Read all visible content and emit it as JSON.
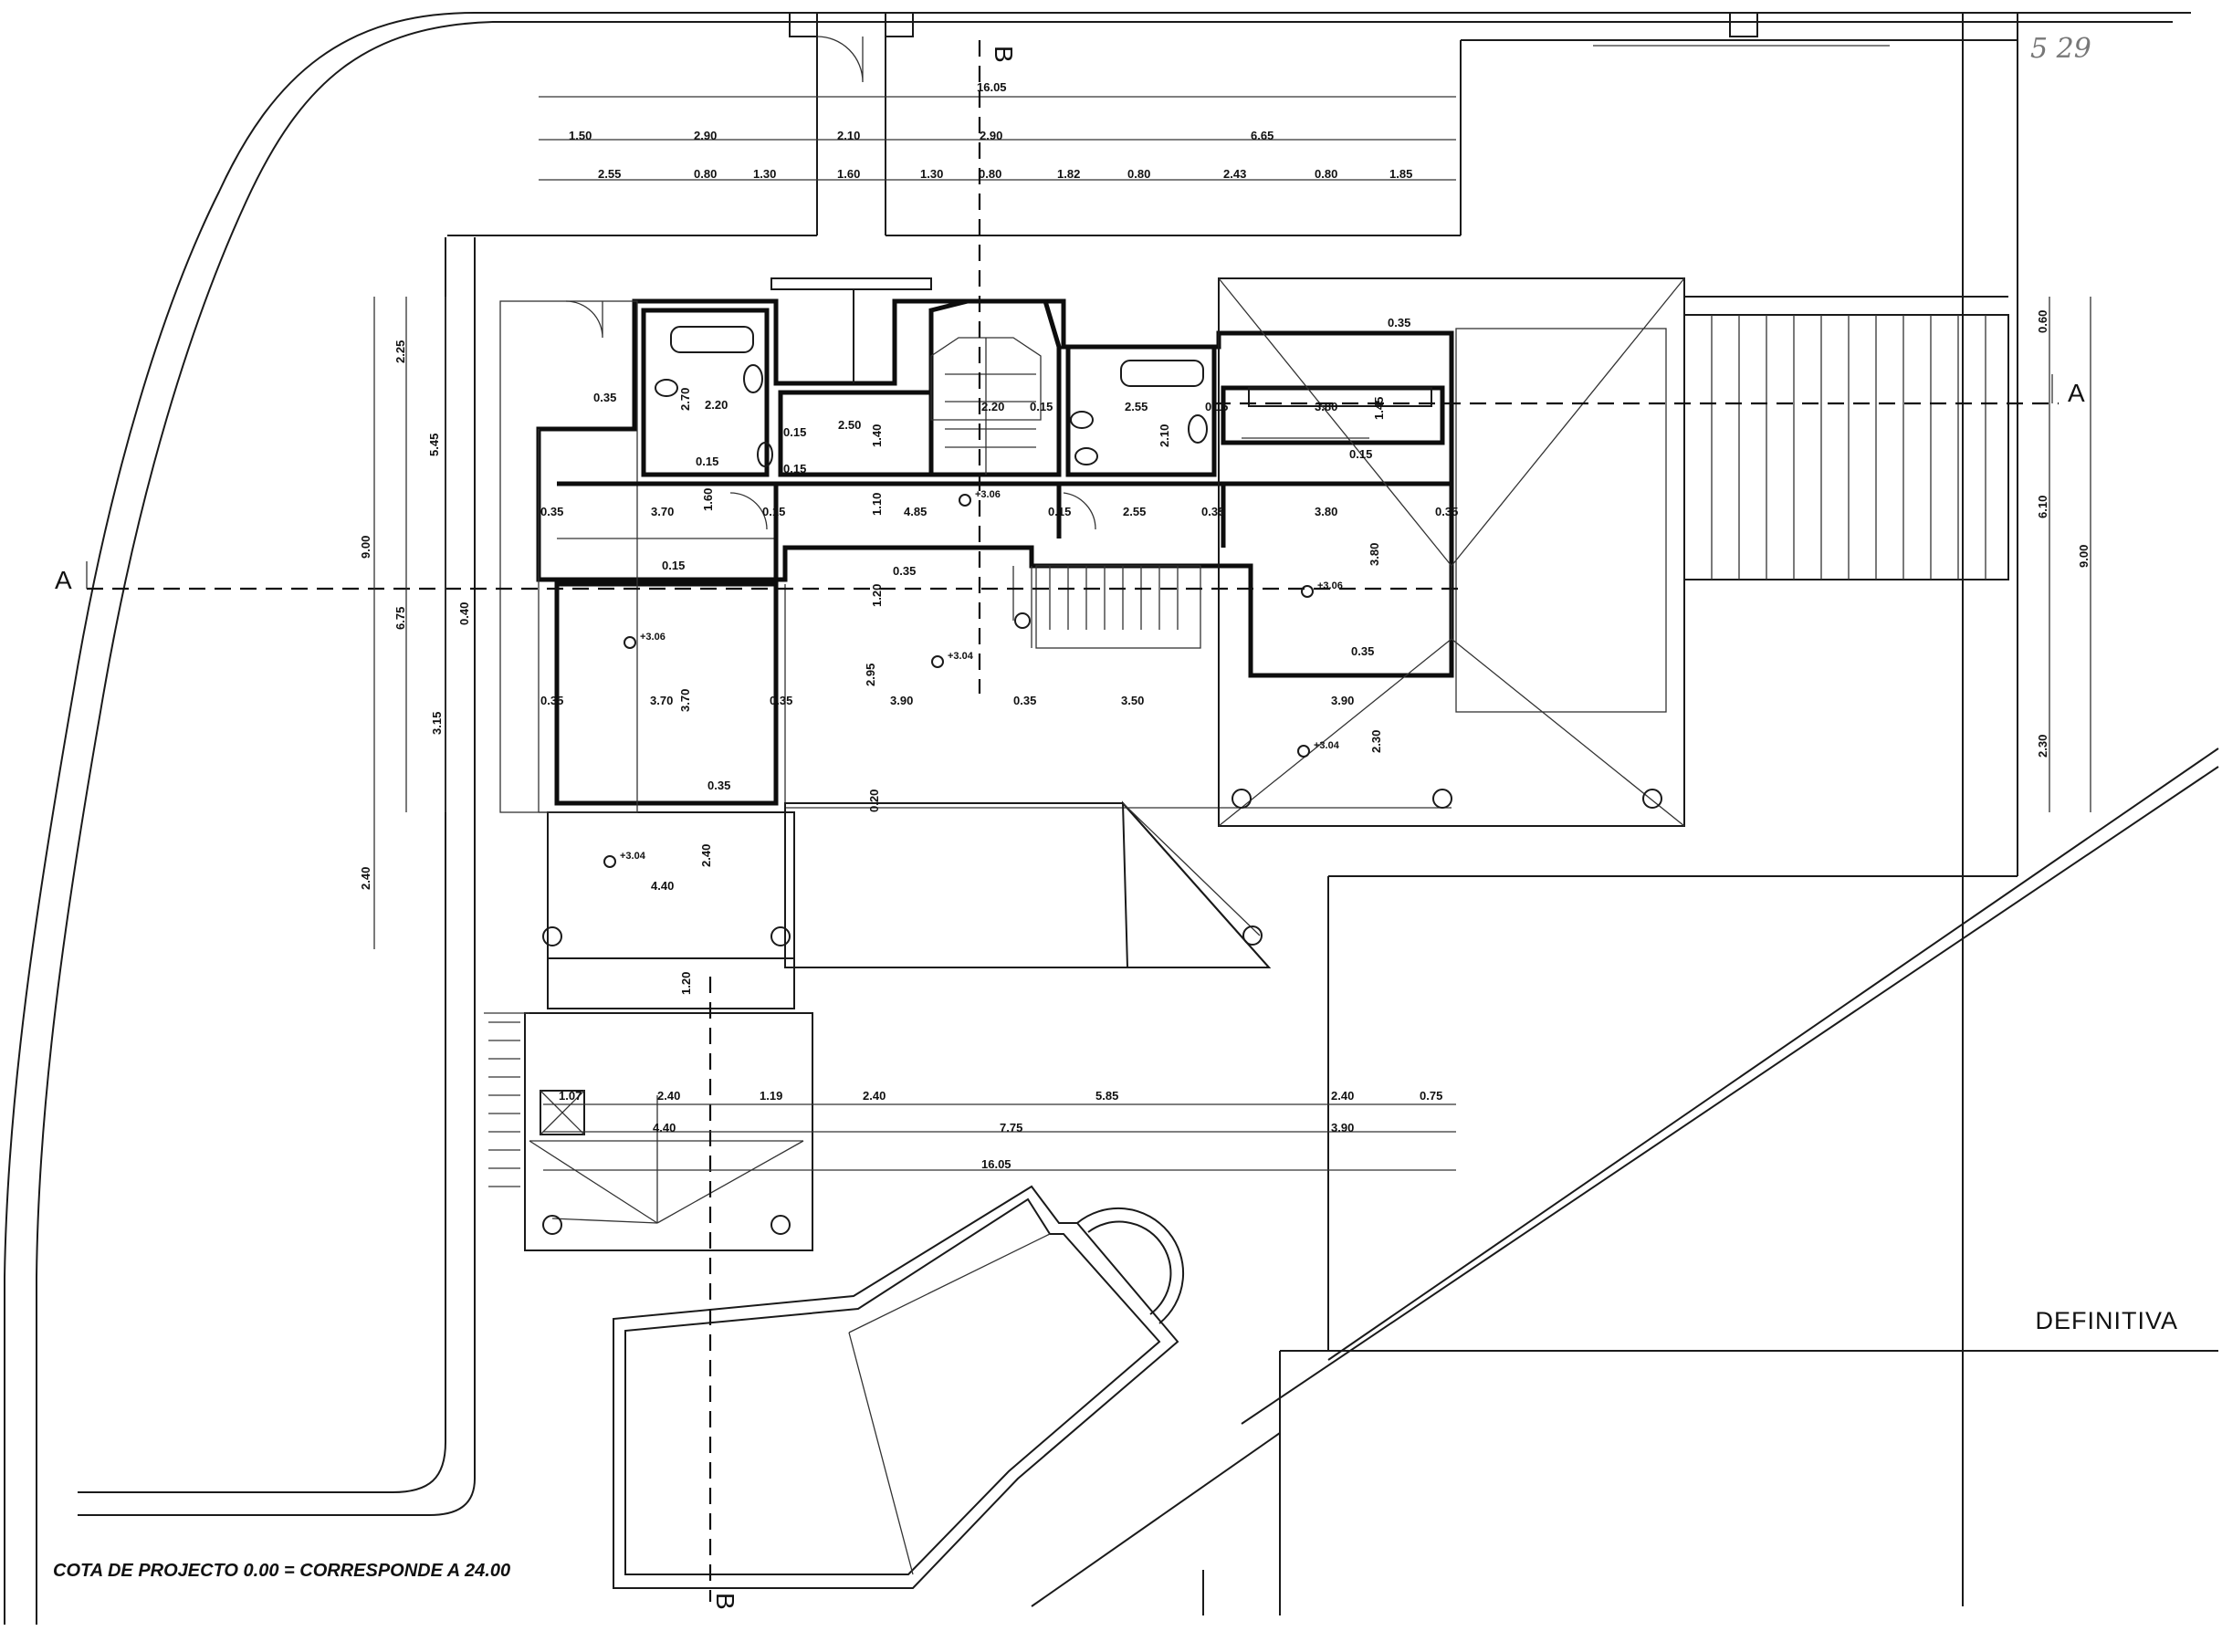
{
  "top_dims": {
    "row1": [
      "16.05"
    ],
    "row2": [
      "1.50",
      "2.90",
      "2.10",
      "2.90",
      "6.65"
    ],
    "row3": [
      "2.55",
      "0.80",
      "1.30",
      "1.60",
      "1.30",
      "0.80",
      "1.82",
      "0.80",
      "2.43",
      "0.80",
      "1.85"
    ]
  },
  "bottom_dims": {
    "row1": [
      "1.07",
      "2.40",
      "1.19",
      "2.40",
      "5.85",
      "2.40",
      "0.75"
    ],
    "row2": [
      "4.40",
      "7.75",
      "3.90"
    ],
    "row3": [
      "16.05"
    ]
  },
  "left_dims": [
    "2.25",
    "5.45",
    "9.00",
    "6.75",
    "0.40",
    "3.15",
    "2.40"
  ],
  "right_dims": [
    "0.60",
    "6.10",
    "9.00",
    "2.30"
  ],
  "room_dims": [
    "0.35",
    "2.70",
    "2.20",
    "0.15",
    "2.50",
    "1.40",
    "0.15",
    "2.20",
    "0.15",
    "2.55",
    "2.10",
    "0.15",
    "3.80",
    "1.45",
    "0.15",
    "0.35",
    "0.15",
    "0.35",
    "3.70",
    "1.60",
    "0.15",
    "1.10",
    "4.85",
    "0.15",
    "2.55",
    "0.35",
    "3.80",
    "0.35",
    "0.15",
    "0.35",
    "1.20",
    "3.80",
    "0.35",
    "0.35",
    "3.70",
    "3.70",
    "0.35",
    "2.95",
    "3.90",
    "0.35",
    "3.50",
    "3.90",
    "2.30",
    "0.35",
    "0.20",
    "4.40",
    "2.40",
    "1.20"
  ],
  "levels": [
    "+3.06",
    "+3.06",
    "+3.06",
    "+3.04",
    "+3.04",
    "+3.04"
  ],
  "section_labels": {
    "a_left": "A",
    "a_right": "A",
    "b_top": "B",
    "b_bottom": "B"
  },
  "stamp": "DEFINITIVA",
  "handwritten": "5 29",
  "footnote": "COTA  DE PROJECTO 0.00 =  CORRESPONDE A 24.00"
}
